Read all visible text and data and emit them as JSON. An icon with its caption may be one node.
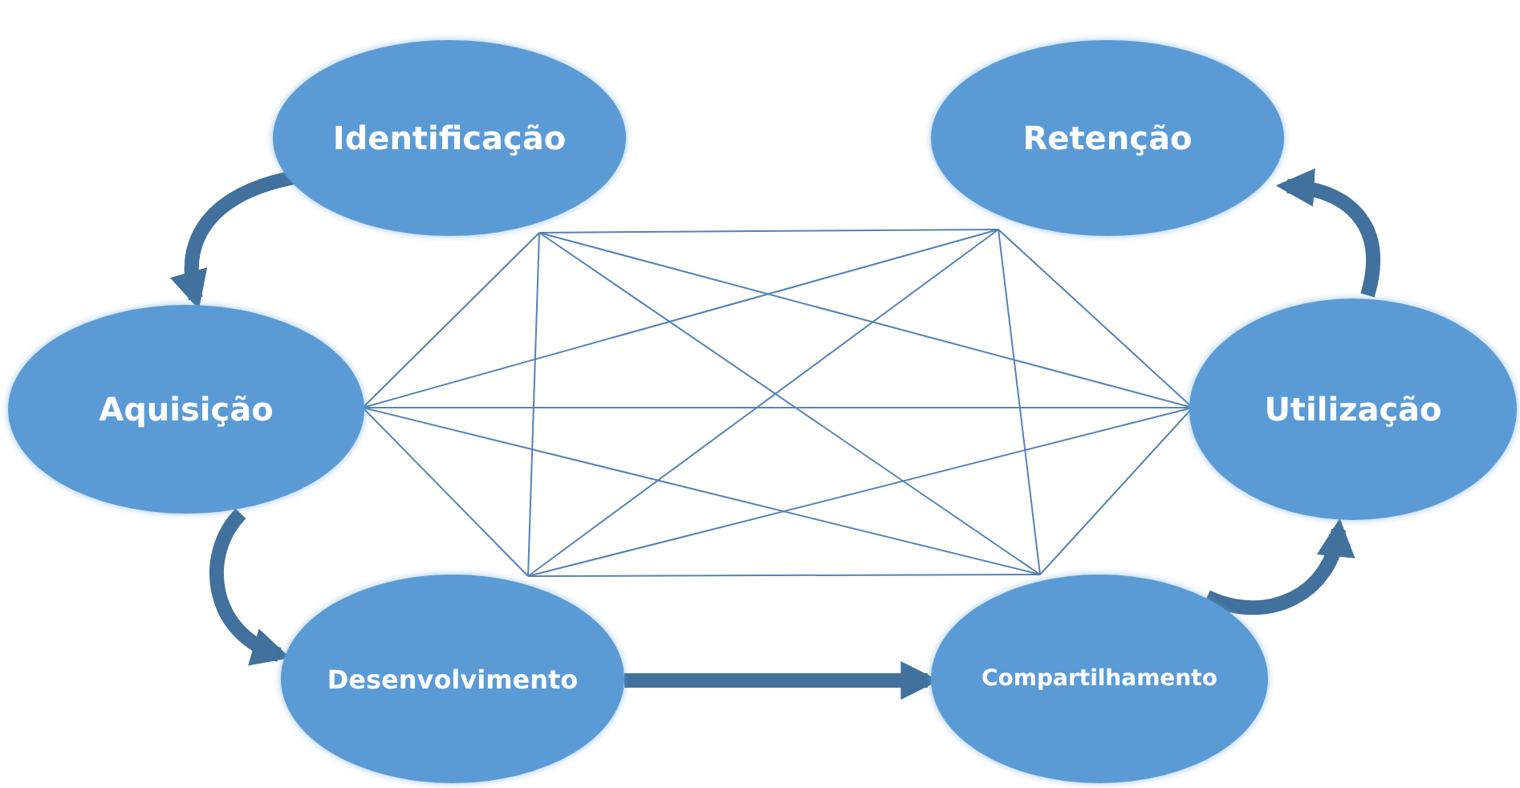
{
  "diagram": {
    "nodes": [
      {
        "text": [
          "Identificação"
        ]
      },
      {
        "text": [
          "Retenção"
        ]
      },
      {
        "text": [
          "Aquisição"
        ]
      },
      {
        "text": [
          "Utilização"
        ]
      },
      {
        "text": [
          "Desenvolvimento"
        ]
      },
      {
        "text": [
          "Compartilhamento"
        ]
      }
    ],
    "edges": [
      {
        "from": 0,
        "to": 2,
        "arrow": "to",
        "style": "thick",
        "color": "#41719c"
      },
      {
        "from": 2,
        "to": 4,
        "arrow": "to",
        "style": "thick",
        "color": "#41719c"
      },
      {
        "from": 4,
        "to": 5,
        "arrow": "to",
        "style": "thick",
        "color": "#41719c"
      },
      {
        "from": 5,
        "to": 3,
        "arrow": "to",
        "style": "thick",
        "color": "#41719c"
      },
      {
        "from": 3,
        "to": 1,
        "arrow": "to",
        "style": "thick",
        "color": "#41719c"
      },
      {
        "from": 0,
        "to": 1,
        "arrow": "none"
      },
      {
        "from": 0,
        "to": 2,
        "arrow": "none"
      },
      {
        "from": 0,
        "to": 3,
        "arrow": "none"
      },
      {
        "from": 0,
        "to": 4,
        "arrow": "none"
      },
      {
        "from": 0,
        "to": 5,
        "arrow": "none"
      },
      {
        "from": 1,
        "to": 2,
        "arrow": "none"
      },
      {
        "from": 1,
        "to": 3,
        "arrow": "none"
      },
      {
        "from": 1,
        "to": 4,
        "arrow": "none"
      },
      {
        "from": 1,
        "to": 5,
        "arrow": "none"
      },
      {
        "from": 2,
        "to": 3,
        "arrow": "none"
      },
      {
        "from": 2,
        "to": 4,
        "arrow": "none"
      },
      {
        "from": 2,
        "to": 5,
        "arrow": "none"
      },
      {
        "from": 3,
        "to": 4,
        "arrow": "none"
      },
      {
        "from": 3,
        "to": 5,
        "arrow": "none"
      },
      {
        "from": 4,
        "to": 5,
        "arrow": "none"
      }
    ]
  }
}
